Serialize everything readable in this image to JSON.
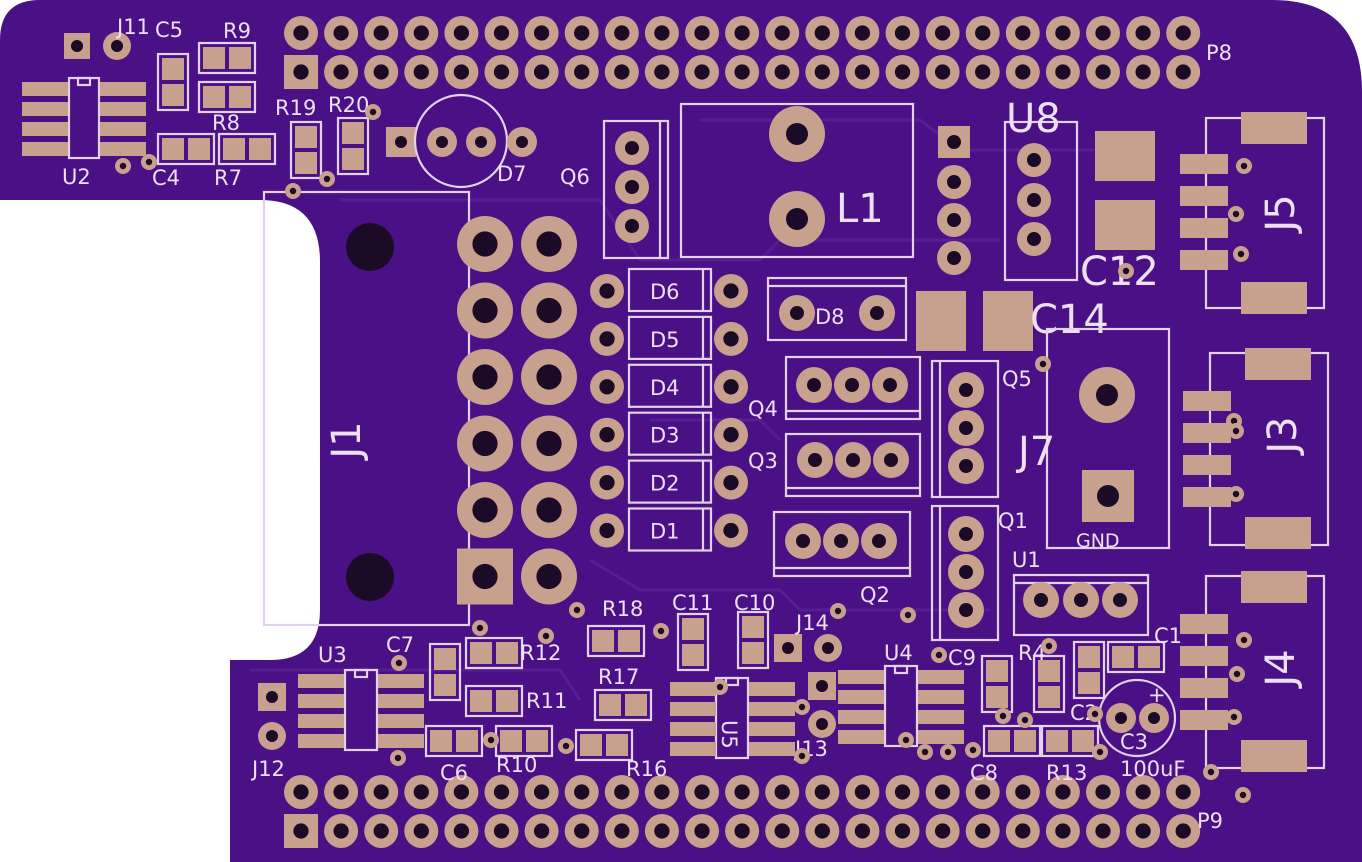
{
  "board": {
    "colors": {
      "substrate": "#4a1186",
      "copper_pour": "#55198f",
      "silkscreen": "#e2d2ec",
      "pad": "#c8a08e",
      "drill": "#1b0b26"
    }
  },
  "headers": {
    "top": "P8",
    "bottom": "P9"
  },
  "connectors": {
    "barrel": "J1",
    "terminal": "J7",
    "terminal_pin_label": "GND",
    "side_top": "J5",
    "side_middle": "J3",
    "side_bottom": "J4",
    "j11": "J11",
    "j12": "J12",
    "j13": "J13",
    "j14": "J14"
  },
  "ics": {
    "u1": "U1",
    "u2": "U2",
    "u3": "U3",
    "u4": "U4",
    "u5": "U5",
    "u8": "U8"
  },
  "transistors": {
    "q1": "Q1",
    "q2": "Q2",
    "q3": "Q3",
    "q4": "Q4",
    "q5": "Q5",
    "q6": "Q6"
  },
  "diodes": {
    "d1": "D1",
    "d2": "D2",
    "d3": "D3",
    "d4": "D4",
    "d5": "D5",
    "d6": "D6",
    "d7": "D7",
    "d8": "D8"
  },
  "inductor": "L1",
  "capacitors": {
    "c1": "C1",
    "c2": "C2",
    "c3": "C3",
    "c3_value": "100uF",
    "c4": "C4",
    "c5": "C5",
    "c6": "C6",
    "c7": "C7",
    "c8": "C8",
    "c9": "C9",
    "c10": "C10",
    "c11": "C11",
    "c12": "C12",
    "c14": "C14"
  },
  "resistors": {
    "r4": "R4",
    "r7": "R7",
    "r8": "R8",
    "r9": "R9",
    "r10": "R10",
    "r11": "R11",
    "r12": "R12",
    "r13": "R13",
    "r16": "R16",
    "r17": "R17",
    "r18": "R18",
    "r19": "R19",
    "r20": "R20"
  }
}
